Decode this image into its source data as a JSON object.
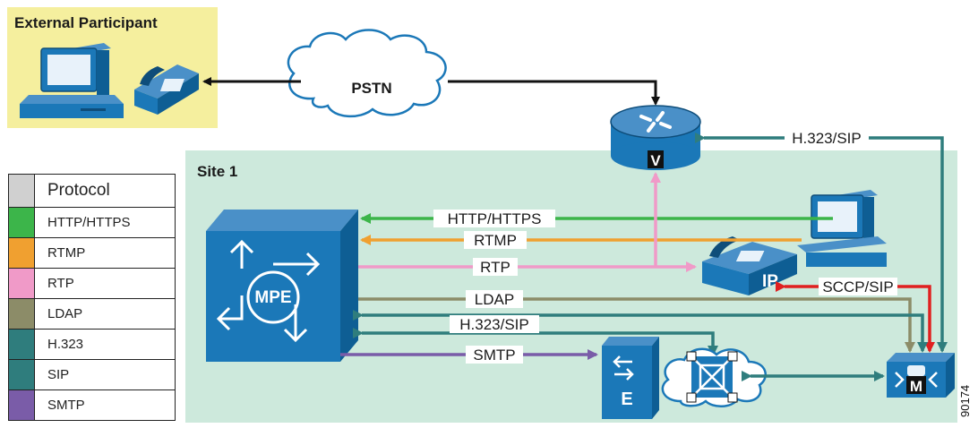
{
  "external_participant": {
    "title": "External Participant"
  },
  "pstn": {
    "label": "PSTN"
  },
  "site": {
    "title": "Site 1"
  },
  "router": {
    "badge": "V"
  },
  "mpe": {
    "label": "MPE"
  },
  "ip_phone": {
    "badge": "IP"
  },
  "email_server": {
    "badge": "E"
  },
  "call_manager": {
    "badge": "M"
  },
  "connections": {
    "h323_sip_top": "H.323/SIP",
    "http_https": "HTTP/HTTPS",
    "rtmp": "RTMP",
    "rtp": "RTP",
    "ldap": "LDAP",
    "sccp_sip": "SCCP/SIP",
    "h323_sip_mid": "H.323/SIP",
    "smtp": "SMTP"
  },
  "legend": {
    "header": "Protocol",
    "items": [
      {
        "name": "HTTP/HTTPS",
        "color": "#3cb54a"
      },
      {
        "name": "RTMP",
        "color": "#f0a030"
      },
      {
        "name": "RTP",
        "color": "#f09ac8"
      },
      {
        "name": "LDAP",
        "color": "#8c8c68"
      },
      {
        "name": "H.323",
        "color": "#2f7d7d"
      },
      {
        "name": "SIP",
        "color": "#2f7d7d"
      },
      {
        "name": "SMTP",
        "color": "#7a5ca8"
      }
    ]
  },
  "figure_number": "90174"
}
